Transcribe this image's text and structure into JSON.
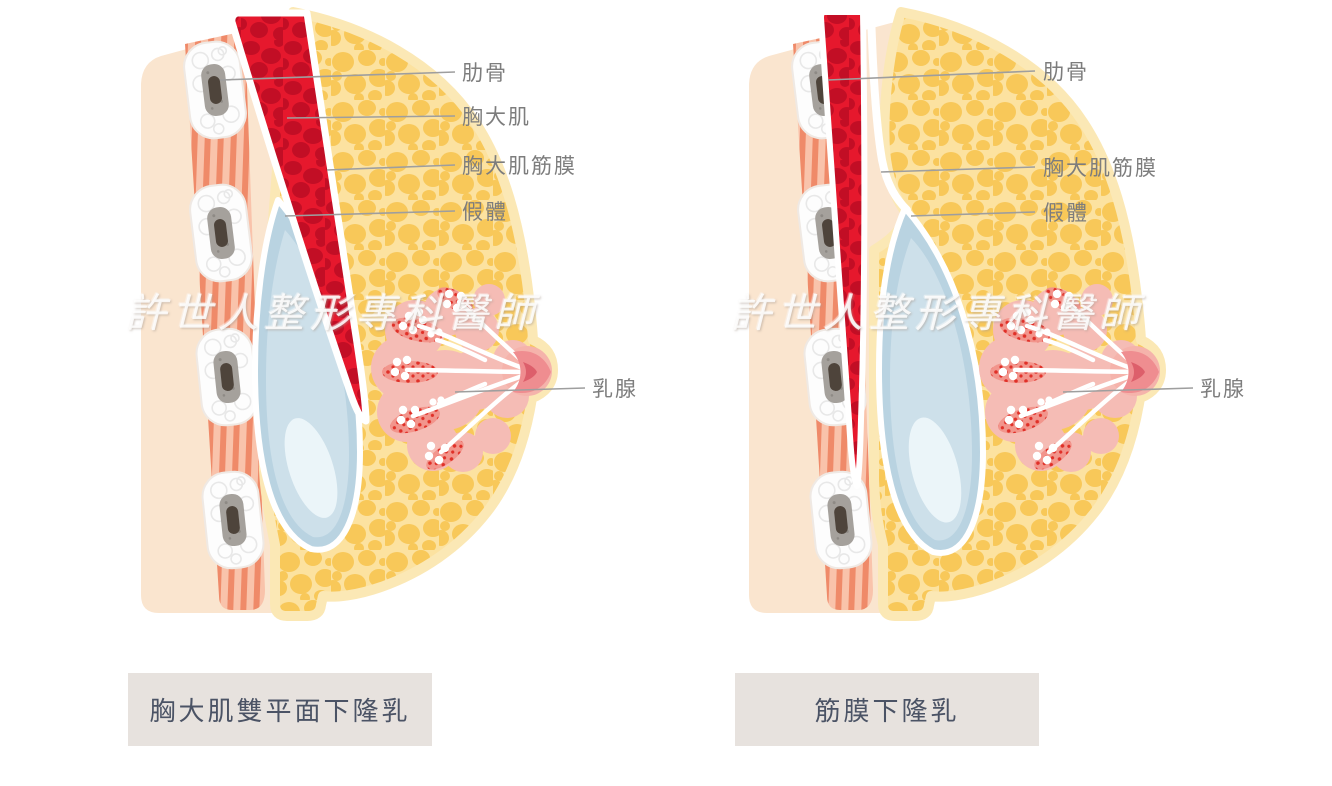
{
  "watermark": {
    "text": "許世人整形專科醫師"
  },
  "panels": [
    {
      "id": "dual-plane",
      "caption": "胸大肌雙平面下隆乳",
      "labels": {
        "rib": "肋骨",
        "pectoralis_major": "胸大肌",
        "pectoralis_fascia": "胸大肌筋膜",
        "implant": "假體",
        "mammary_gland": "乳腺"
      }
    },
    {
      "id": "subfascial",
      "caption": "筋膜下隆乳",
      "labels": {
        "rib": "肋骨",
        "pectoralis_fascia": "胸大肌筋膜",
        "implant": "假體",
        "mammary_gland": "乳腺"
      }
    }
  ],
  "colors": {
    "skin": "#fae5cf",
    "intercostal_light": "#f9c3ab",
    "intercostal_stripe": "#ef8a69",
    "rib_bone": "#fdfdfd",
    "rib_marrow": "#a5a19c",
    "muscle_red": "#e6182d",
    "muscle_dark": "#c20e25",
    "fat_lobule": "#f8c859",
    "fat_base": "#fce2a0",
    "fat_rim": "#fbe8b5",
    "implant_blue": "#b9d3e1",
    "implant_inner": "#cde0ea",
    "gland_pink": "#f5bcb5",
    "gland_dots": "#e03028",
    "nipple_pink": "#ef8d90",
    "label_gray": "#7d7d7d",
    "pointer_gray": "#9e9e9e",
    "caption_bg": "#e7e2de",
    "caption_text": "#4b5365"
  }
}
